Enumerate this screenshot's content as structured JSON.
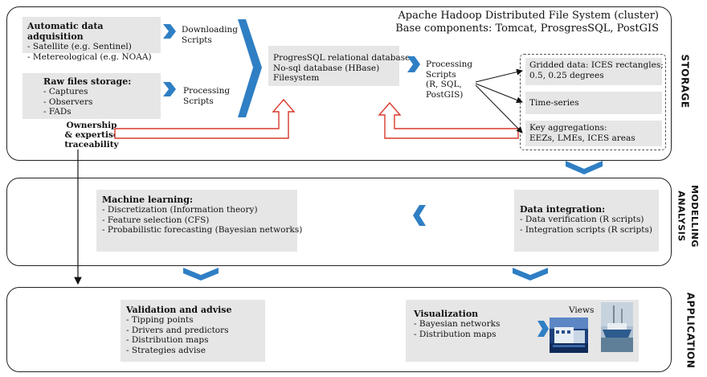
{
  "storage": {
    "header_line1": "Apache Hadoop Distributed File System (cluster)",
    "header_line2": "Base components: Tomcat, ProsgresSQL, PostGIS",
    "label": "STORAGE",
    "acquisition": {
      "title": "Automatic data adquisition",
      "items": [
        "- Satellite (e.g. Sentinel)",
        "- Metereological (e.g. NOAA)"
      ]
    },
    "raw_files": {
      "title": "Raw files  storage:",
      "items": [
        "- Captures",
        "- Observers",
        "- FADs"
      ]
    },
    "ownership": [
      "Ownership",
      "& expertise",
      "traceability"
    ],
    "downloading": [
      "Downloading",
      "Scripts"
    ],
    "processing_left": [
      "Processing",
      "Scripts"
    ],
    "database": [
      "ProgresSQL relational database",
      "No-sql database (HBase)",
      "Filesystem"
    ],
    "processing_right": [
      "Processing",
      "Scripts",
      "(R, SQL,",
      "PostGIS)"
    ],
    "gridded": [
      "Gridded data: ICES rectangles;",
      "0.5, 0.25 degrees"
    ],
    "timeseries": "Time-series",
    "aggregations": [
      "Key aggregations:",
      "EEZs, LMEs, ICES areas"
    ]
  },
  "modelling": {
    "label_line1": "MODELLING",
    "label_line2": "ANALYSIS",
    "machine_learning": {
      "title": "Machine learning:",
      "items": [
        "- Discretization (Information theory)",
        "- Feature selection (CFS)",
        "- Probabilistic forecasting (Bayesian networks)"
      ]
    },
    "data_integration": {
      "title": "Data integration:",
      "items": [
        "- Data verification (R scripts)",
        "- Integration scripts (R scripts)"
      ]
    }
  },
  "application": {
    "label": "APPLICATION",
    "validation": {
      "title": "Validation and advise",
      "items": [
        "- Tipping points",
        "- Drivers and predictors",
        "- Distribution maps",
        "- Strategies advise"
      ]
    },
    "visualization": {
      "title": "Visualization",
      "items": [
        "- Bayesian networks",
        "- Distribution maps"
      ]
    },
    "views_label": "Views"
  },
  "colors": {
    "chevron": "#2f7fc4",
    "outline_arrow": "#d9382b",
    "box_fill": "#e6e6e6",
    "border": "#222222"
  }
}
